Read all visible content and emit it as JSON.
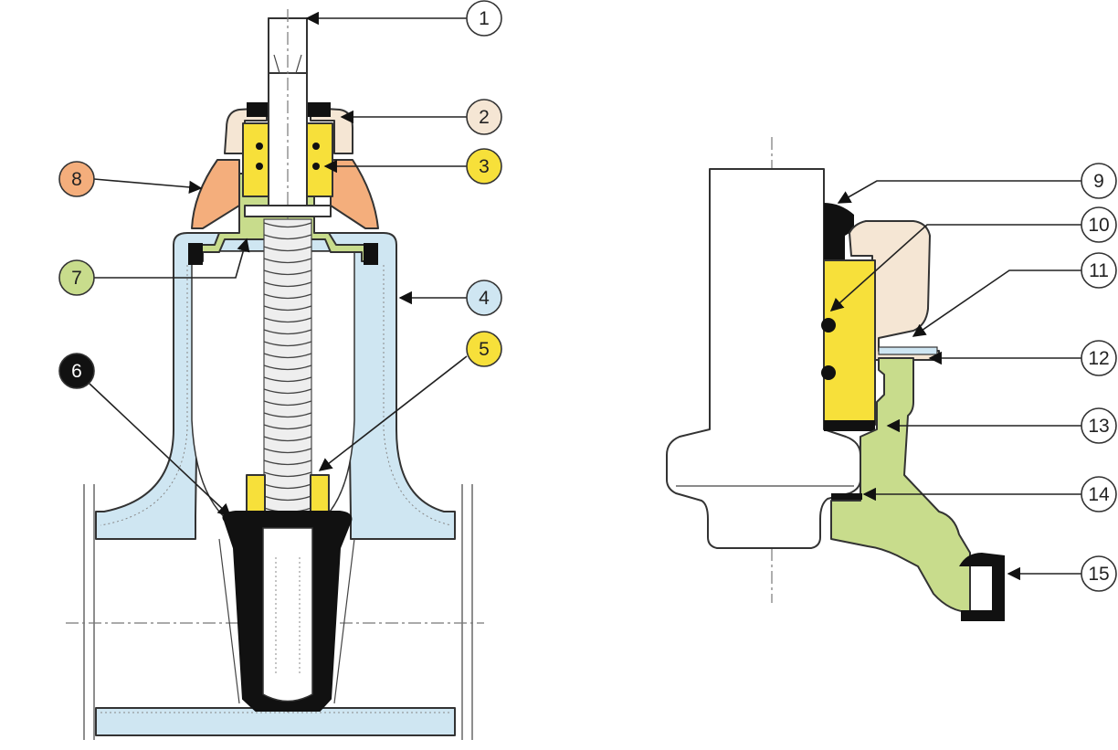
{
  "colors": {
    "body": "#cfe6f2",
    "bonnet": "#f5e6d4",
    "gland_nut": "#f7e03a",
    "stem_nut": "#f7e03a",
    "wedge_rubber": "#111111",
    "wedge_core": "#ffffff",
    "bonnet_flange": "#c8dc8c",
    "dust_cap": "#f4ae7c",
    "stem": "#ffffff",
    "outline": "#333333"
  },
  "callouts": [
    {
      "id": "1",
      "label": "1",
      "fill": "#ffffff",
      "text_color": "#222222"
    },
    {
      "id": "2",
      "label": "2",
      "fill": "#f5e6d4",
      "text_color": "#222222"
    },
    {
      "id": "3",
      "label": "3",
      "fill": "#f7e03a",
      "text_color": "#222222"
    },
    {
      "id": "4",
      "label": "4",
      "fill": "#cfe6f2",
      "text_color": "#222222"
    },
    {
      "id": "5",
      "label": "5",
      "fill": "#f7e03a",
      "text_color": "#222222"
    },
    {
      "id": "6",
      "label": "6",
      "fill": "#111111",
      "text_color": "#ffffff"
    },
    {
      "id": "7",
      "label": "7",
      "fill": "#c8dc8c",
      "text_color": "#222222"
    },
    {
      "id": "8",
      "label": "8",
      "fill": "#f4ae7c",
      "text_color": "#222222"
    },
    {
      "id": "9",
      "label": "9",
      "fill": "#ffffff",
      "text_color": "#222222"
    },
    {
      "id": "10",
      "label": "10",
      "fill": "#ffffff",
      "text_color": "#222222"
    },
    {
      "id": "11",
      "label": "11",
      "fill": "#ffffff",
      "text_color": "#222222"
    },
    {
      "id": "12",
      "label": "12",
      "fill": "#ffffff",
      "text_color": "#222222"
    },
    {
      "id": "13",
      "label": "13",
      "fill": "#ffffff",
      "text_color": "#222222"
    },
    {
      "id": "14",
      "label": "14",
      "fill": "#ffffff",
      "text_color": "#222222"
    },
    {
      "id": "15",
      "label": "15",
      "fill": "#ffffff",
      "text_color": "#222222"
    }
  ]
}
